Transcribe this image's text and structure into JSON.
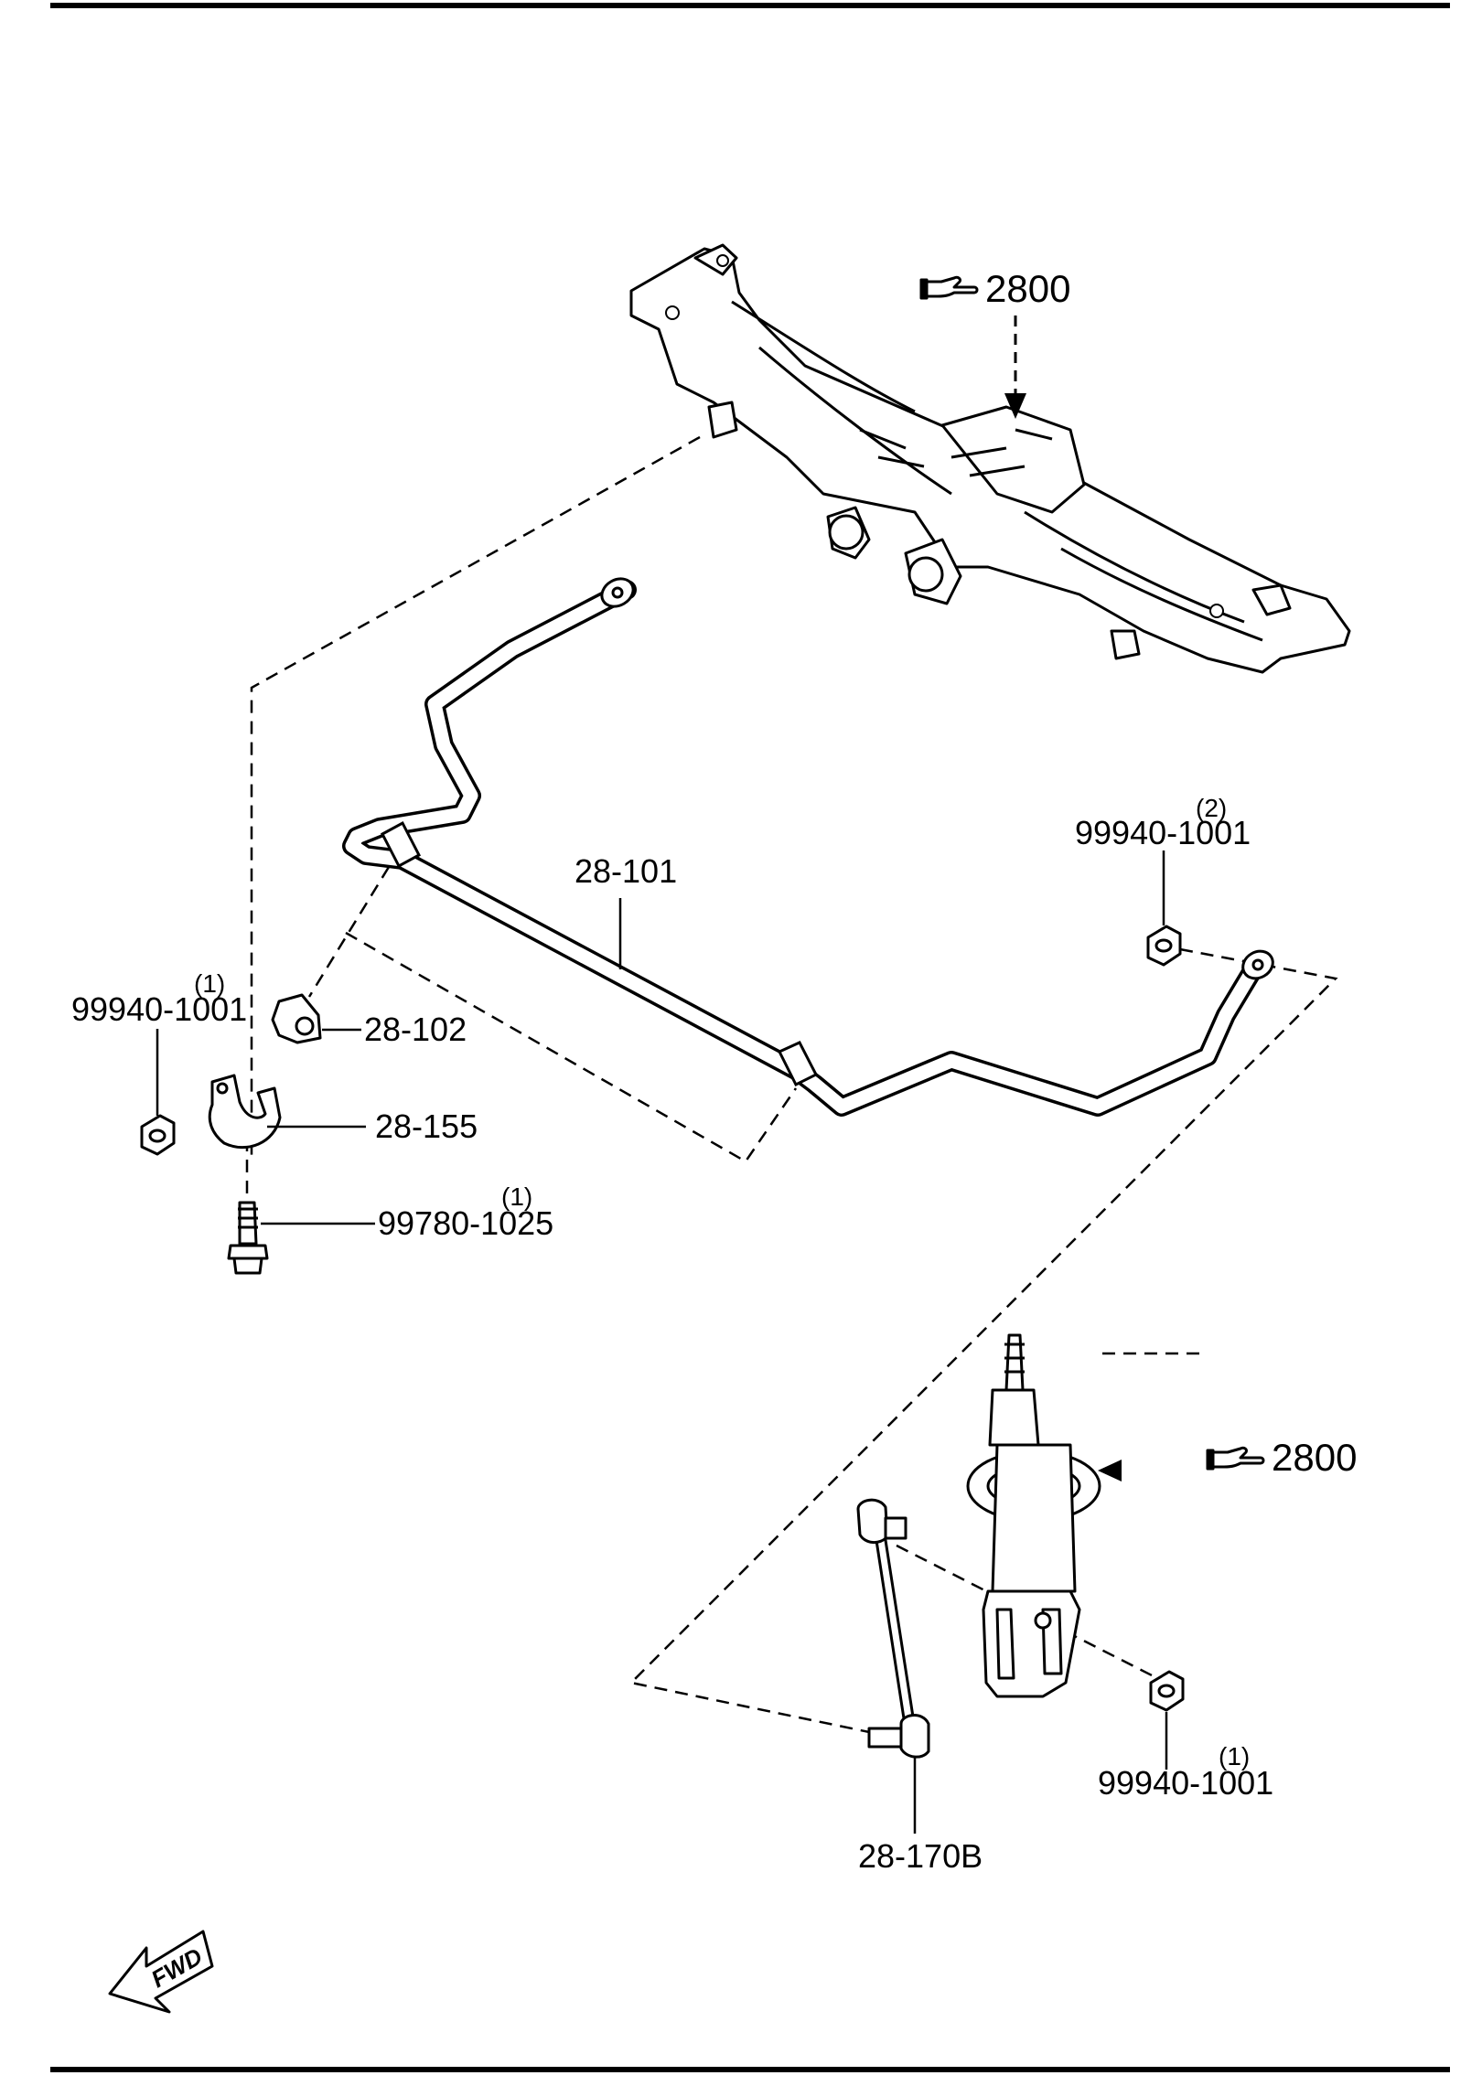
{
  "colors": {
    "ink": "#000000",
    "paper": "#ffffff"
  },
  "icons": {
    "reference": "pointing-hand-icon",
    "direction": "fwd-arrow-icon"
  },
  "callouts": {
    "crossmember_ref": "2800",
    "strut_ref": "2800",
    "stabilizer_bar": "28-101",
    "bushing": "28-102",
    "bracket": "28-155",
    "control_link": "28-170B",
    "nut_left": {
      "part": "99940-1001",
      "qty": "(1)"
    },
    "nut_right": {
      "part": "99940-1001",
      "qty": "(2)"
    },
    "nut_strut": {
      "part": "99940-1001",
      "qty": "(1)"
    },
    "bolt": {
      "part": "99780-1025",
      "qty": "(1)"
    }
  },
  "fwd_label": "FWD"
}
